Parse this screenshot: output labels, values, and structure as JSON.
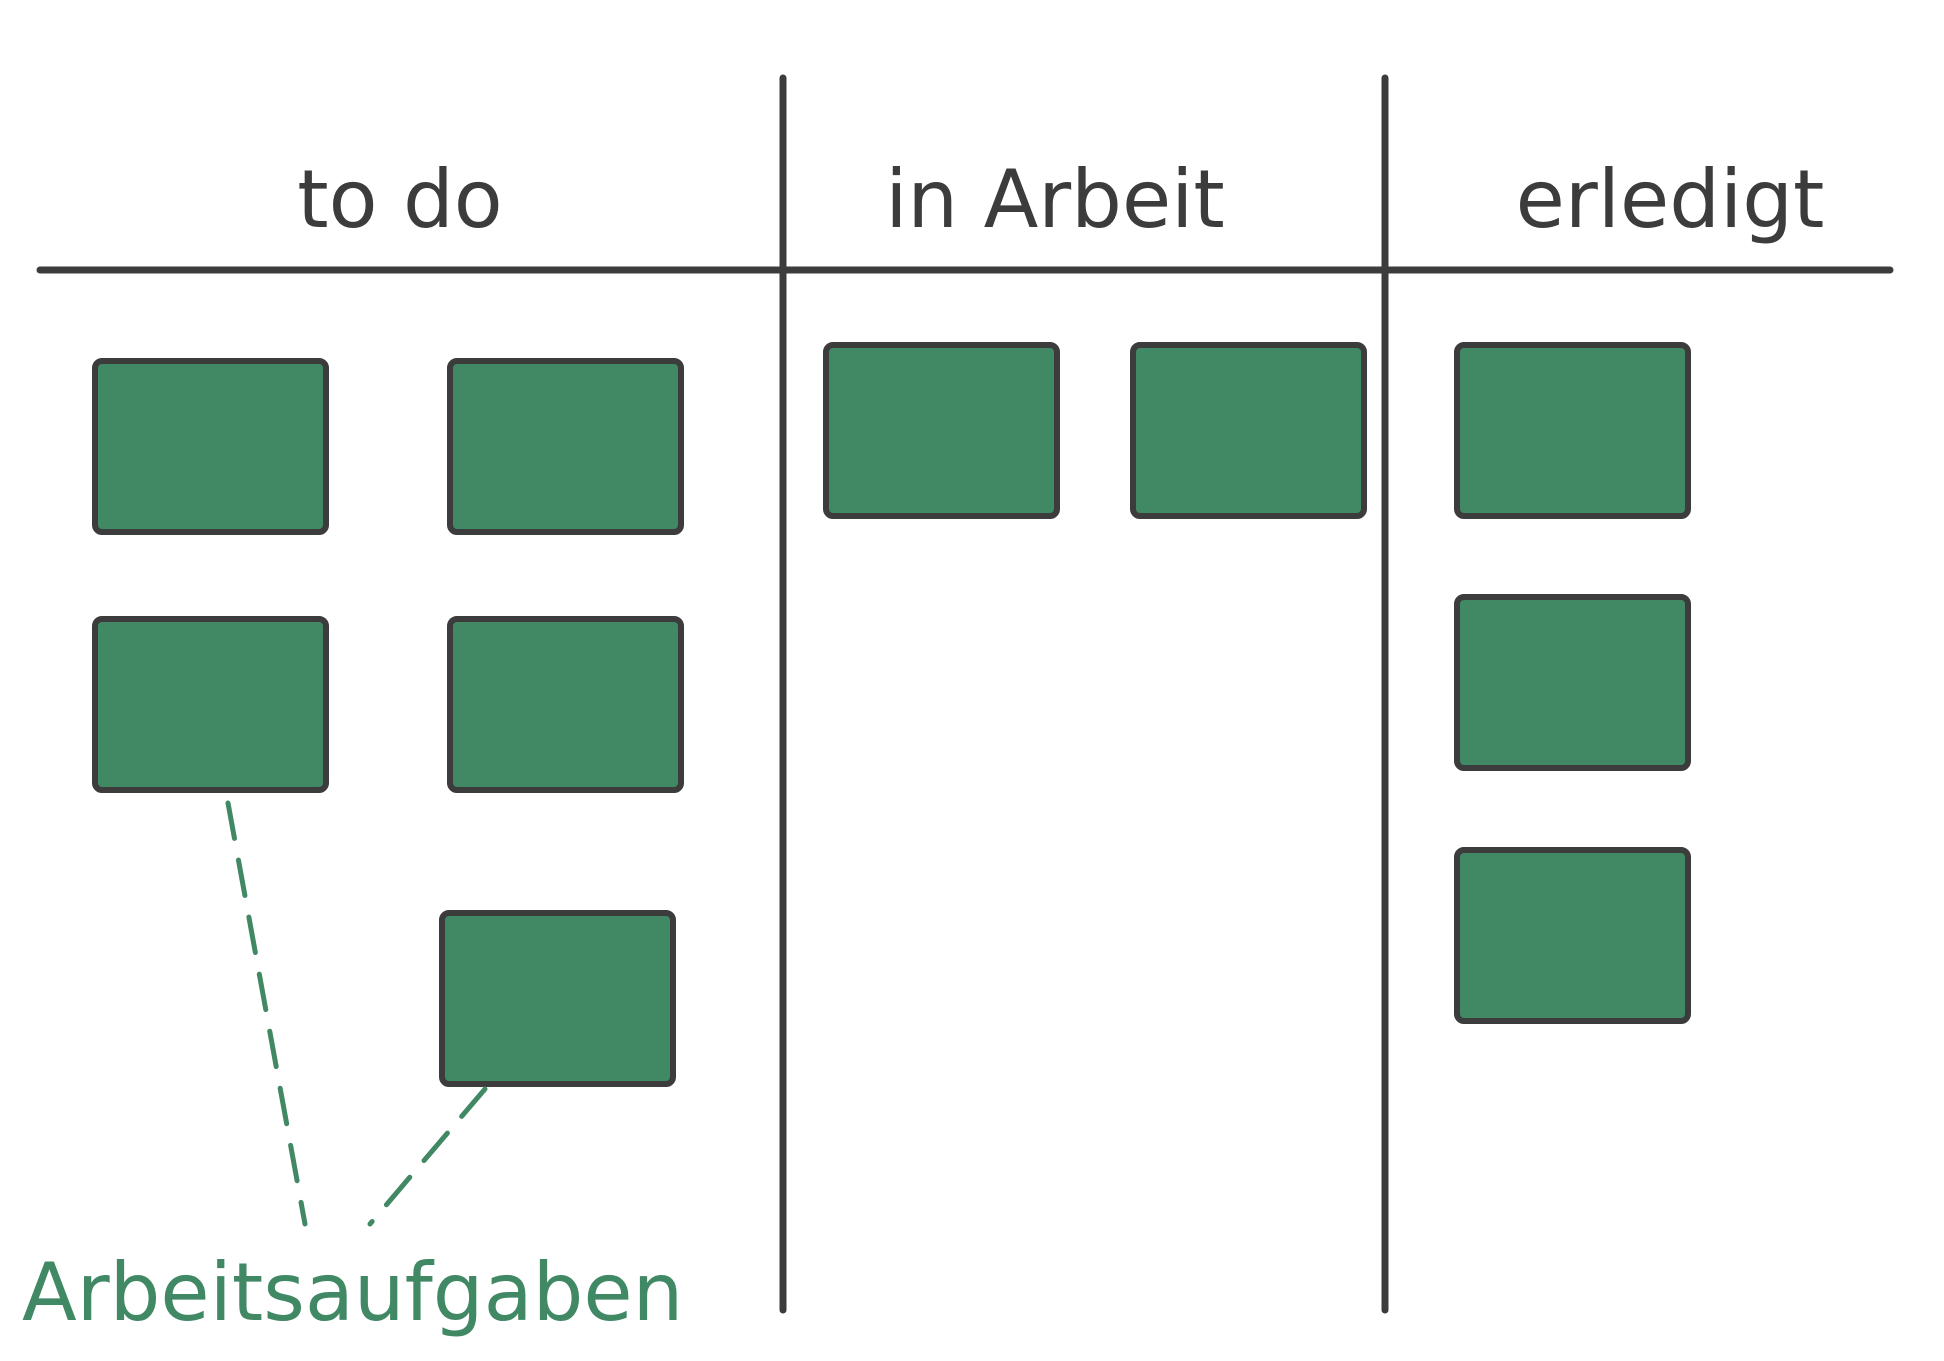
{
  "columns": [
    {
      "title": "to do",
      "card_count": 5
    },
    {
      "title": "in Arbeit",
      "card_count": 2
    },
    {
      "title": "erledigt",
      "card_count": 3
    }
  ],
  "annotation": {
    "label": "Arbeitsaufgaben"
  },
  "colors": {
    "card_fill": "#418865",
    "card_stroke": "#3c3c3c",
    "line": "#3c3c3c",
    "annotation": "#418865",
    "background": "#ffffff"
  }
}
